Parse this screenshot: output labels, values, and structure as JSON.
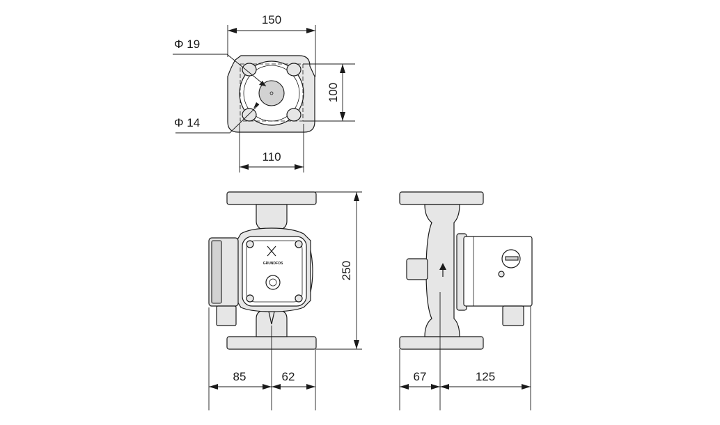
{
  "dimensions": {
    "top_width": "150",
    "bolt_spacing_vertical": "100",
    "bolt_spacing_horizontal": "110",
    "diameter_large": "Φ 19",
    "diameter_small": "Φ 14",
    "overall_height": "250",
    "front_left": "85",
    "front_right": "62",
    "side_left": "67",
    "side_right": "125"
  },
  "labels": {
    "brand_logo": "GRUNDFOS"
  }
}
